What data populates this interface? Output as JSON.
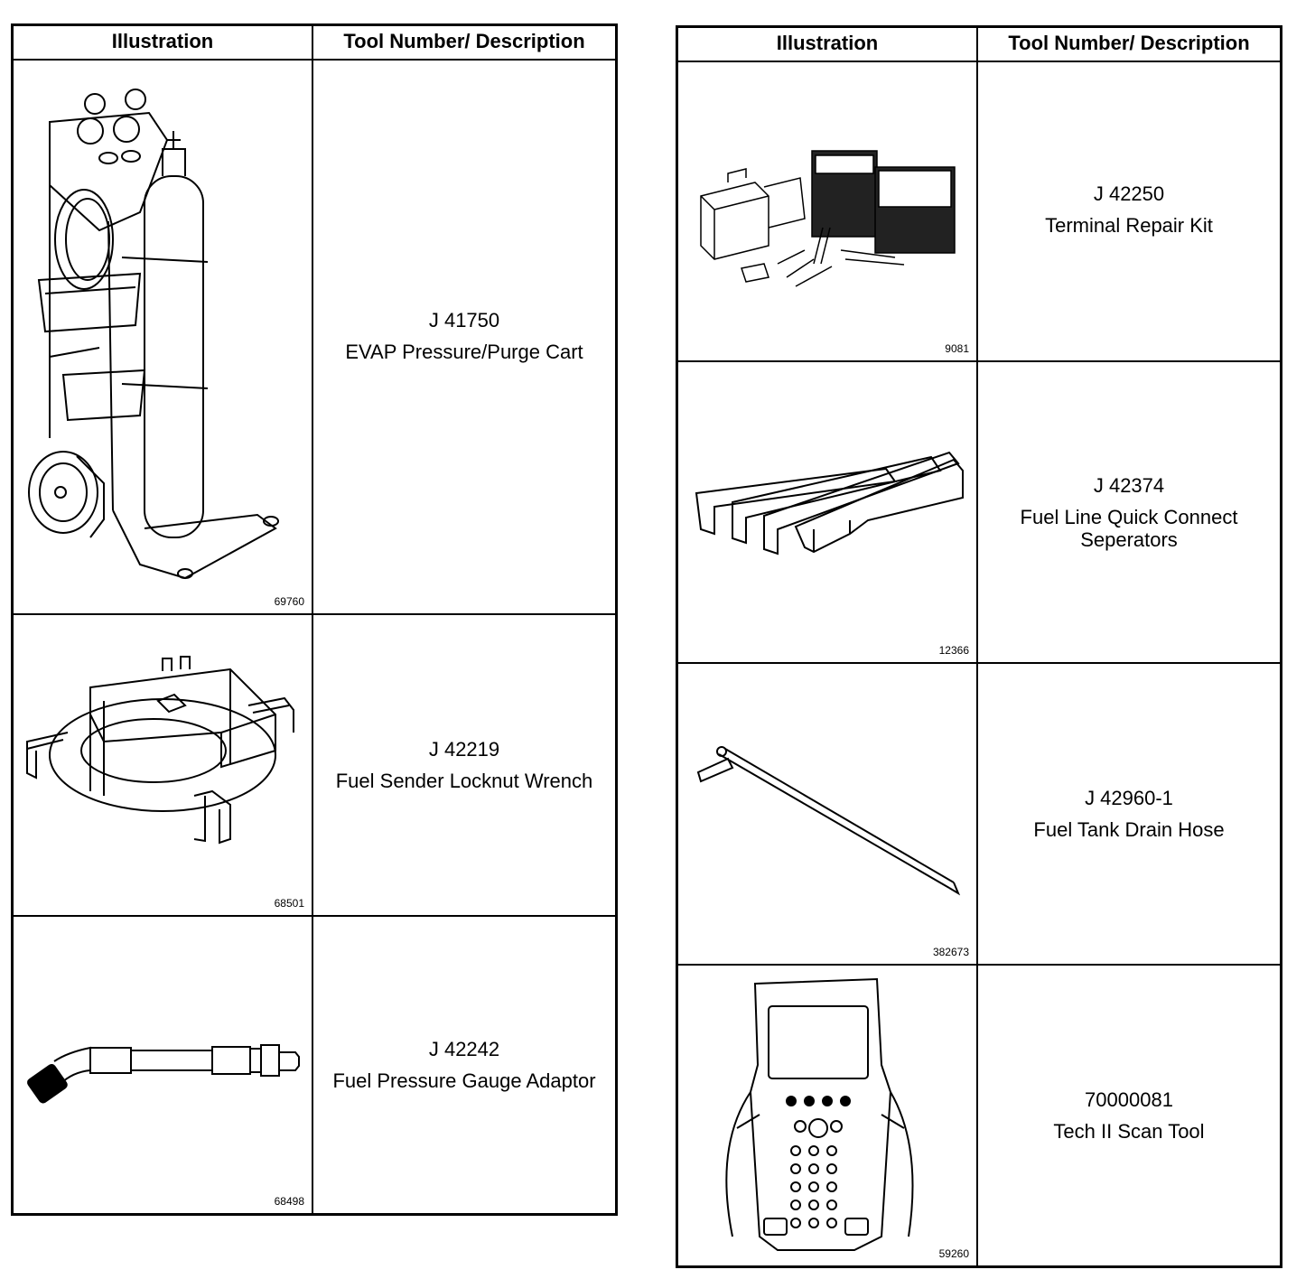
{
  "headers": {
    "illustration": "Illustration",
    "tool": "Tool Number/ Description"
  },
  "left_table": [
    {
      "tool_number": "J 41750",
      "description": "EVAP Pressure/Purge Cart",
      "figure": "69760",
      "icon": "evap-cart-illustration"
    },
    {
      "tool_number": "J 42219",
      "description": "Fuel Sender Locknut Wrench",
      "figure": "68501",
      "icon": "locknut-wrench-illustration"
    },
    {
      "tool_number": "J 42242",
      "description": "Fuel Pressure Gauge Adaptor",
      "figure": "68498",
      "icon": "gauge-adaptor-illustration"
    }
  ],
  "right_table": [
    {
      "tool_number": "J 42250",
      "description": "Terminal Repair Kit",
      "figure": "9081",
      "icon": "terminal-repair-kit-illustration"
    },
    {
      "tool_number": "J 42374",
      "description": "Fuel Line Quick Connect Seperators",
      "figure": "12366",
      "icon": "quick-connect-separators-illustration"
    },
    {
      "tool_number": "J 42960-1",
      "description": "Fuel Tank Drain Hose",
      "figure": "382673",
      "icon": "drain-hose-illustration"
    },
    {
      "tool_number": "70000081",
      "description": "Tech II Scan Tool",
      "figure": "59260",
      "icon": "scan-tool-illustration"
    }
  ]
}
